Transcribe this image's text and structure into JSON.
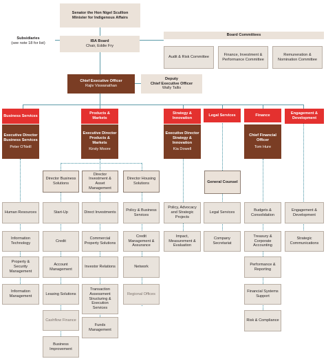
{
  "minister": {
    "line1": "Senator the Hon Nigel Scullion",
    "line2": "Minister for Indigenous Affairs"
  },
  "subsidiaries": {
    "label": "Subsidiaries",
    "note": "(see note 18 for list)"
  },
  "board": {
    "line1": "IBA Board",
    "line2": "Chair, Eddie Fry"
  },
  "board_committees": {
    "title": "Board Committees",
    "items": [
      "Audit & Risk Committee",
      "Finance, Investment & Performance Committee",
      "Remuneration & Nomination Committee"
    ]
  },
  "ceo": {
    "line1": "Chief Executive Officer",
    "line2": "Rajiv Viswanathan"
  },
  "deputy": {
    "line1": "Deputy",
    "line2": "Chief Executive Officer",
    "line3": "Wally Tallis"
  },
  "divisions": [
    {
      "name": "Business Services",
      "head": "Executive Director Business Services",
      "head_name": "Peter O'Neill"
    },
    {
      "name": "Products & Markets",
      "head": "Executive Director Products & Markets",
      "head_name": "Kirsty Moore"
    },
    {
      "name": "Strategy & Innovation",
      "head": "Executive Director Strategy & Innovation",
      "head_name": "Kia Dowell"
    },
    {
      "name": "Legal Services",
      "head": "",
      "head_name": ""
    },
    {
      "name": "Finance",
      "head": "Chief Financial Officer",
      "head_name": "Tom Hure"
    },
    {
      "name": "Engagement & Development",
      "head": "",
      "head_name": ""
    }
  ],
  "directors": [
    "Director Business Solutions",
    "Director Investment & Asset Management",
    "Director Housing Solutions"
  ],
  "general_counsel": "General Counsel",
  "units": {
    "business_services": [
      "Human Resources",
      "Information Technology",
      "Property & Security Management",
      "Information Management"
    ],
    "business_solutions": [
      "Start-Up",
      "Credit",
      "Account Management",
      "Leasing Solutions",
      "Cashflow Finance",
      "Business Improvement"
    ],
    "investment": [
      "Direct Investments",
      "Commercial Property Solutions",
      "Investor Relations",
      "Transaction Assessment Structuring & Execution Services",
      "Funds Management"
    ],
    "housing": [
      "Policy & Business Services",
      "Credit Management & Assurance",
      "Network",
      "Regional Offices"
    ],
    "strategy": [
      "Policy, Advocacy and Strategic Projects",
      "Impact, Measurement & Evaluation"
    ],
    "legal": [
      "Legal Services",
      "Company Secretariat"
    ],
    "finance": [
      "Budgets & Consolidation",
      "Treasury & Corporate Accounting",
      "Performance & Reporting",
      "Financial Systems Support",
      "Risk & Compliance"
    ],
    "engagement": [
      "Engagement & Development",
      "Strategic Communications"
    ]
  }
}
